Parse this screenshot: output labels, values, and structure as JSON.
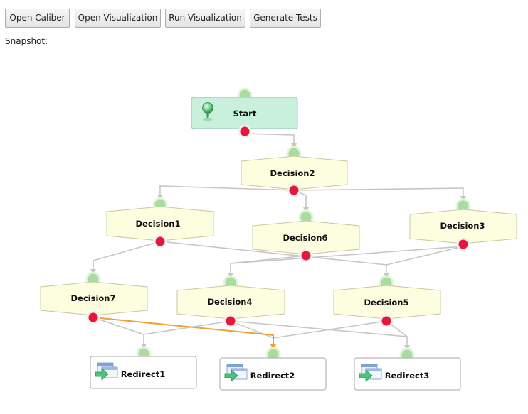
{
  "toolbar": {
    "open_caliber": "Open Caliber",
    "open_visualization": "Open Visualization",
    "run_visualization": "Run Visualization",
    "generate_tests": "Generate Tests"
  },
  "snapshot_label": "Snapshot:",
  "nodes": {
    "start": "Start",
    "decision1": "Decision1",
    "decision2": "Decision2",
    "decision3": "Decision3",
    "decision4": "Decision4",
    "decision5": "Decision5",
    "decision6": "Decision6",
    "decision7": "Decision7",
    "redirect1": "Redirect1",
    "redirect2": "Redirect2",
    "redirect3": "Redirect3"
  },
  "colors": {
    "start_fill": "#c9f0dc",
    "decision_fill": "#fdfde0",
    "redirect_fill": "#ffffff",
    "connector": "#c6c6c6",
    "highlight_connector": "#f0a030",
    "in_port": "#a9dc9e",
    "out_port": "#e8173a"
  },
  "icons": {
    "start": "start-pin-icon",
    "redirect": "redirect-window-arrow-icon"
  }
}
